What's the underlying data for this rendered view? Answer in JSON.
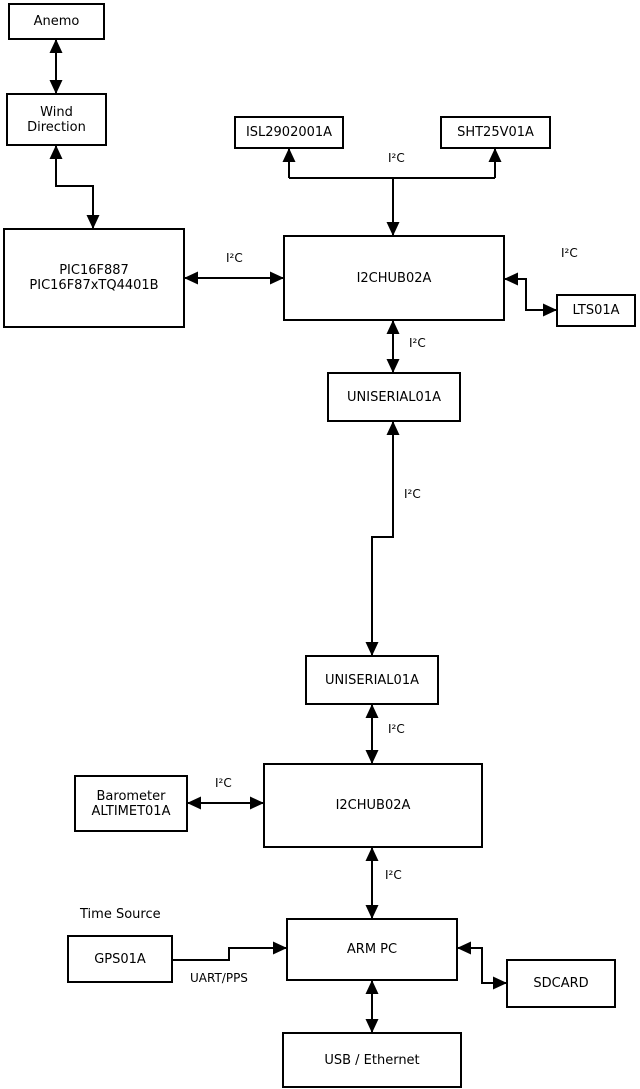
{
  "diagram": {
    "colors": {
      "background": "#ffffff",
      "line": "#000000",
      "text": "#000000"
    },
    "nodes": {
      "anemo": {
        "label": "Anemo"
      },
      "wind_direction": {
        "line1": "Wind",
        "line2": "Direction"
      },
      "pic": {
        "line1": "PIC16F887",
        "line2": "PIC16F87xTQ4401B"
      },
      "isl": {
        "label": "ISL2902001A"
      },
      "sht": {
        "label": "SHT25V01A"
      },
      "i2chub_top": {
        "label": "I2CHUB02A"
      },
      "lts": {
        "label": "LTS01A"
      },
      "uniserial_top": {
        "label": "UNISERIAL01A"
      },
      "uniserial_bottom": {
        "label": "UNISERIAL01A"
      },
      "barometer": {
        "line1": "Barometer",
        "line2": "ALTIMET01A"
      },
      "i2chub_bottom": {
        "label": "I2CHUB02A"
      },
      "gps": {
        "label": "GPS01A"
      },
      "arm_pc": {
        "label": "ARM PC"
      },
      "sdcard": {
        "label": "SDCARD"
      },
      "usb_ethernet": {
        "label": "USB / Ethernet"
      }
    },
    "labels": {
      "time_source": "Time Source",
      "uart_pps": "UART/PPS",
      "i2c_pic_hub": "I²C",
      "i2c_sensor_bus": "I²C",
      "i2c_hub_lts": "I²C",
      "i2c_hub_uniserial": "I²C",
      "i2c_uniserial_link": "I²C",
      "i2c_uniserial_hub2": "I²C",
      "i2c_barometer": "I²C",
      "i2c_hub2_arm": "I²C"
    }
  }
}
